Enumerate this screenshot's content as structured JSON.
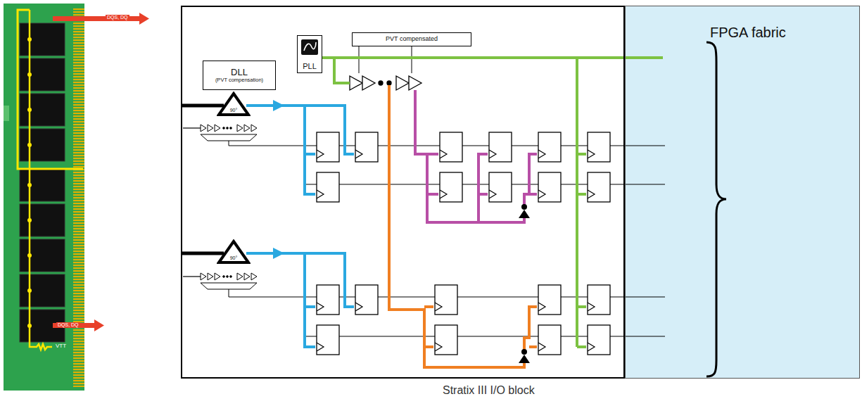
{
  "diagram": {
    "caption": "Stratix III I/O block",
    "nodes": [
      {
        "text": [
          "Stratix III I/O block"
        ]
      },
      {
        "text": [
          "FPGA fabric"
        ]
      },
      {
        "text": [
          "DLL",
          "(PVT compensation)"
        ],
        "in": 0
      },
      {
        "text": [
          "PLL"
        ],
        "in": 0
      },
      {
        "text": [
          "PVT compensated"
        ],
        "in": 0
      },
      {
        "text": [
          "90°"
        ],
        "in": 0
      },
      {
        "text": [
          "90°"
        ],
        "in": 0
      }
    ],
    "edges": [
      {
        "from": 3,
        "to": 1,
        "arrow": "none"
      }
    ],
    "labels": [
      "DQS, DQ",
      "DQS, DQ",
      "VTT"
    ]
  }
}
